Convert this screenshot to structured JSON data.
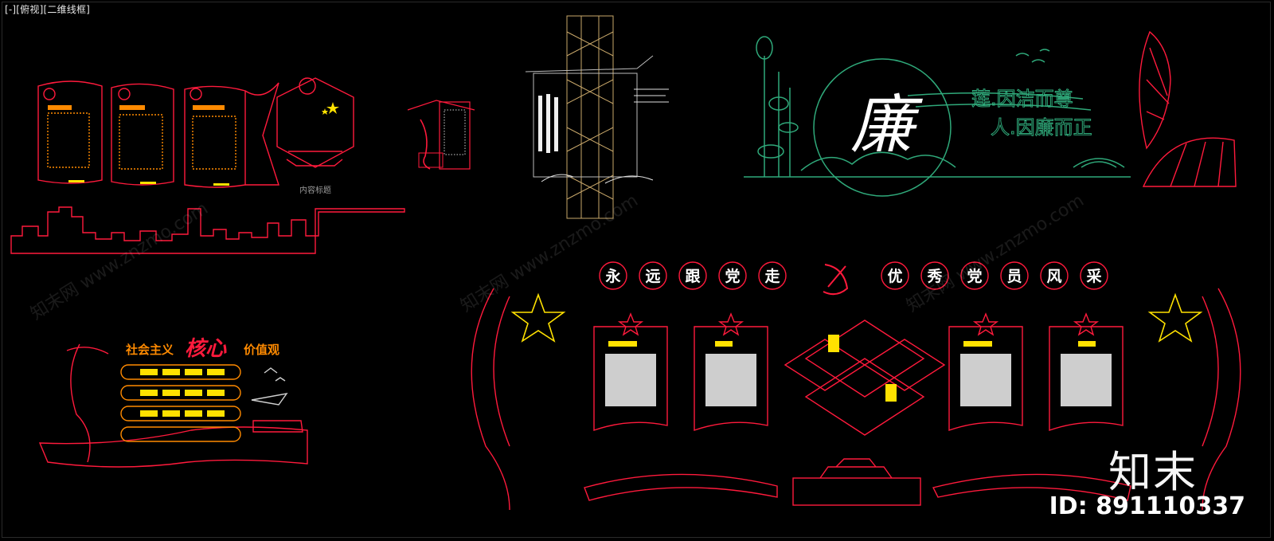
{
  "viewport": {
    "label": "[-][俯视][二维线框]"
  },
  "board1": {
    "caption": "内容标题"
  },
  "board2": {
    "title_a": "社会主义",
    "title_b": "核心",
    "title_c": "价值观"
  },
  "board3": {
    "big_char": "廉",
    "phrase1": "莲.因洁而尊",
    "phrase2": "人.因廉而正"
  },
  "board4": {
    "slogan_left": [
      "永",
      "远",
      "跟",
      "党",
      "走"
    ],
    "slogan_right": [
      "优",
      "秀",
      "党",
      "员",
      "风",
      "采"
    ]
  },
  "watermark": {
    "brand": "知末",
    "id": "ID: 891110337",
    "diag": "知末网 www.znzmo.com"
  },
  "colors": {
    "red": "#ff1a3c",
    "orange": "#ff8a00",
    "yellow": "#ffe100",
    "green": "#2fa97a",
    "white": "#ffffff",
    "gold": "#c9a86a"
  }
}
